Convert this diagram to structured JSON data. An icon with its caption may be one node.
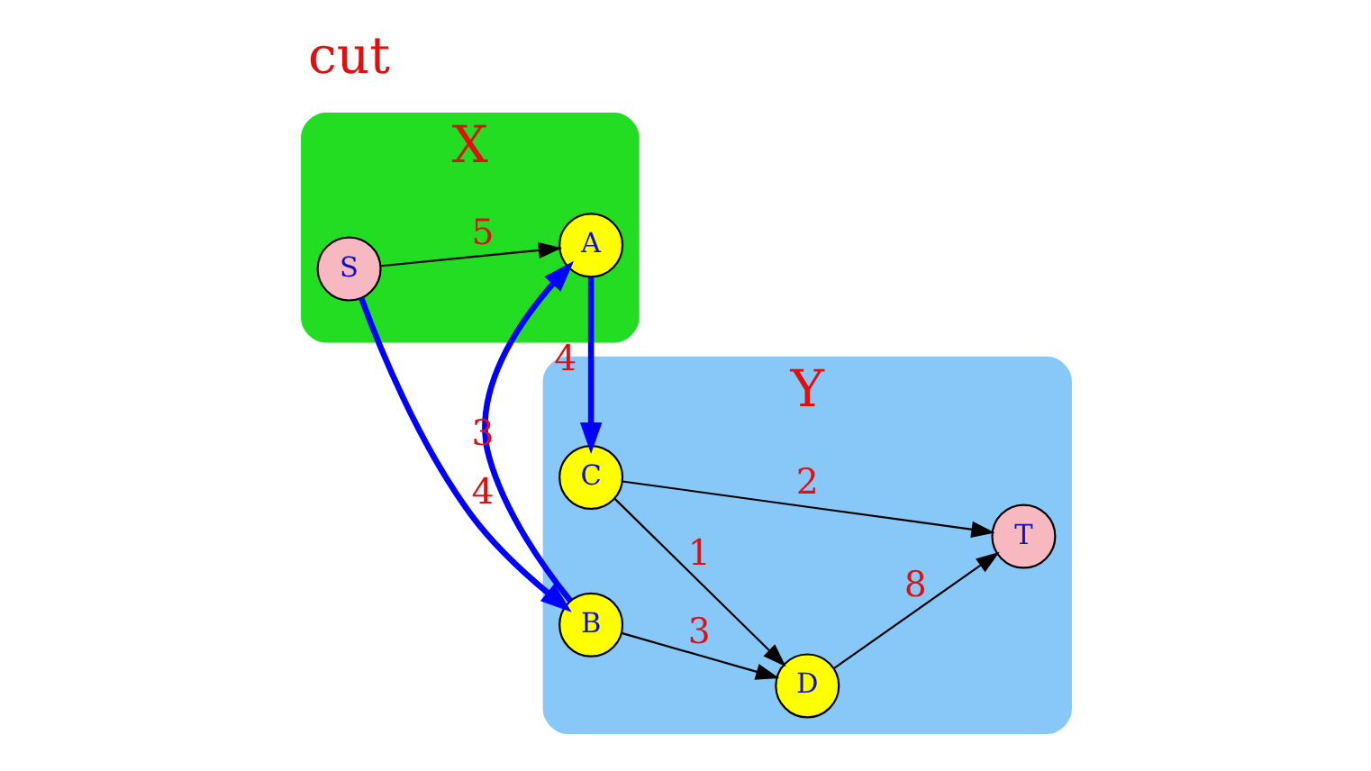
{
  "diagram": {
    "nodes": [
      {
        "text": [
          "X"
        ]
      },
      {
        "text": [
          "A"
        ],
        "in": 0
      },
      {
        "text": [
          "S"
        ],
        "in": 0
      },
      {
        "text": [
          "Y"
        ]
      },
      {
        "text": [
          "C"
        ],
        "in": 3
      },
      {
        "text": [
          "T"
        ],
        "in": 3
      },
      {
        "text": [
          "B"
        ],
        "in": 3
      },
      {
        "text": [
          "D"
        ],
        "in": 3
      }
    ],
    "edges": [
      {
        "from": 2,
        "to": 1,
        "arrow": "to",
        "label": "5"
      },
      {
        "from": 2,
        "to": 6,
        "arrow": "to",
        "label": "4",
        "style": "thick",
        "color": "#0000ff"
      },
      {
        "from": 1,
        "to": 4,
        "arrow": "to",
        "label": "4",
        "style": "thick",
        "color": "#0000ff"
      },
      {
        "from": 6,
        "to": 1,
        "arrow": "to",
        "label": "3",
        "style": "thick",
        "color": "#0000ff"
      },
      {
        "from": 4,
        "to": 5,
        "arrow": "to",
        "label": "2"
      },
      {
        "from": 4,
        "to": 7,
        "arrow": "to",
        "label": "1"
      },
      {
        "from": 6,
        "to": 7,
        "arrow": "to",
        "label": "3"
      },
      {
        "from": 7,
        "to": 5,
        "arrow": "to",
        "label": "8"
      }
    ],
    "labels": [
      "cut"
    ]
  }
}
